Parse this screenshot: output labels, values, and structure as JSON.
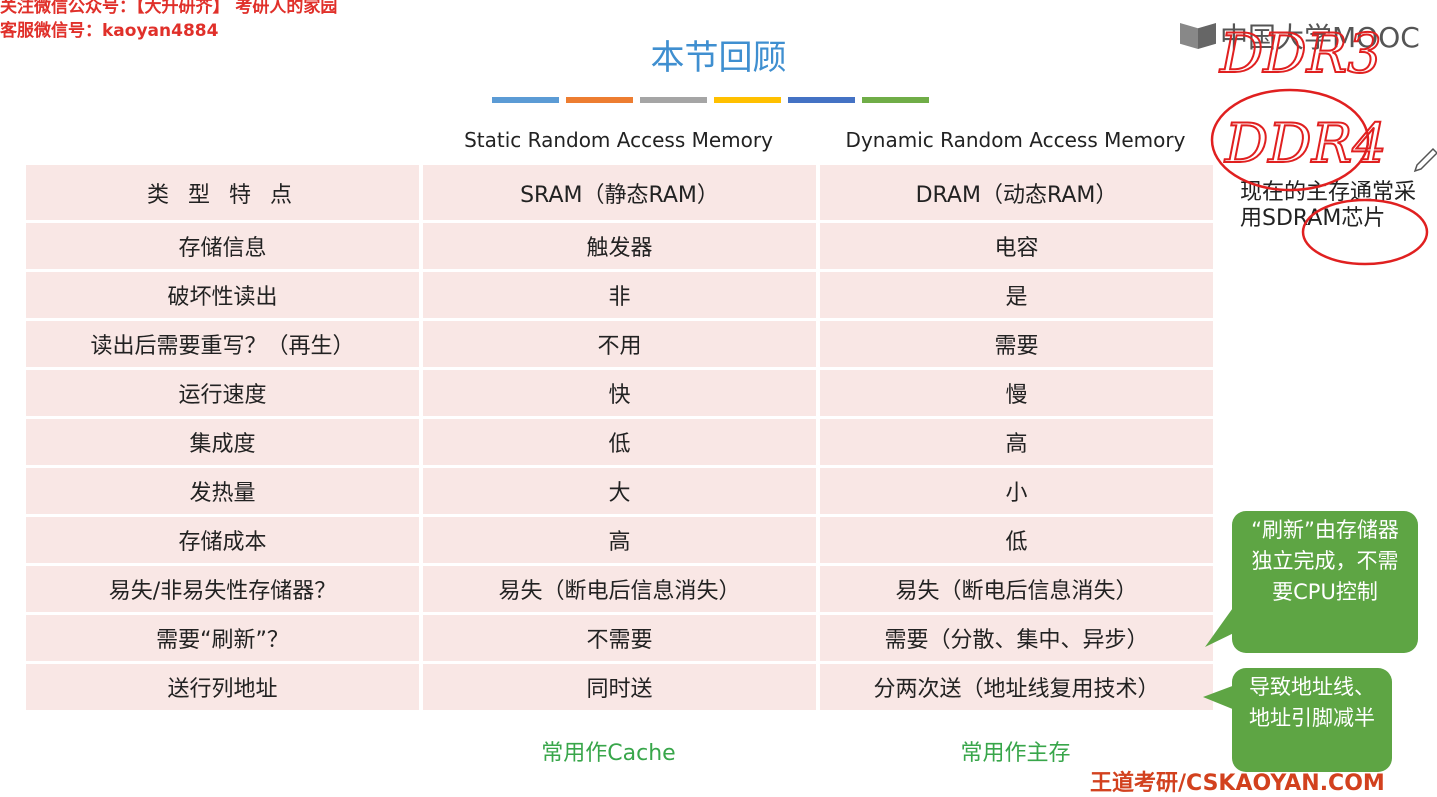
{
  "watermark": {
    "line1": "关注微信公众号：【大升研芥】 考研人的家园",
    "line2": "客服微信号：kaoyan4884"
  },
  "logo": "中国大学MOOC",
  "title": "本节回顾",
  "accent_colors": [
    "#5b9bd5",
    "#ed7d31",
    "#a5a5a5",
    "#ffc000",
    "#4472c4",
    "#70ad47"
  ],
  "columns": {
    "sram_full": "Static Random Access Memory",
    "dram_full": "Dynamic Random Access Memory"
  },
  "table": {
    "header": [
      "类 型 特 点",
      "SRAM（静态RAM）",
      "DRAM（动态RAM）"
    ],
    "rows": [
      [
        "存储信息",
        "触发器",
        "电容"
      ],
      [
        "破坏性读出",
        "非",
        "是"
      ],
      [
        "读出后需要重写？（再生）",
        "不用",
        "需要"
      ],
      [
        "运行速度",
        "快",
        "慢"
      ],
      [
        "集成度",
        "低",
        "高"
      ],
      [
        "发热量",
        "大",
        "小"
      ],
      [
        "存储成本",
        "高",
        "低"
      ],
      [
        "易失/非易失性存储器？",
        "易失（断电后信息消失）",
        "易失（断电后信息消失）"
      ],
      [
        "需要“刷新”？",
        "不需要",
        "需要（分散、集中、异步）"
      ],
      [
        "送行列地址",
        "同时送",
        "分两次送（地址线复用技术）"
      ]
    ]
  },
  "usage": {
    "sram": "常用作Cache",
    "dram": "常用作主存"
  },
  "note": "现在的主存通常采用SDRAM芯片",
  "callouts": {
    "refresh": "“刷新”由存储器独立完成，不需要CPU控制",
    "address": "导致地址线、地址引脚减半"
  },
  "handwriting": {
    "line1": "DDR3",
    "line2": "DDR4"
  },
  "footer": "王道考研/CSKAOYAN.COM"
}
